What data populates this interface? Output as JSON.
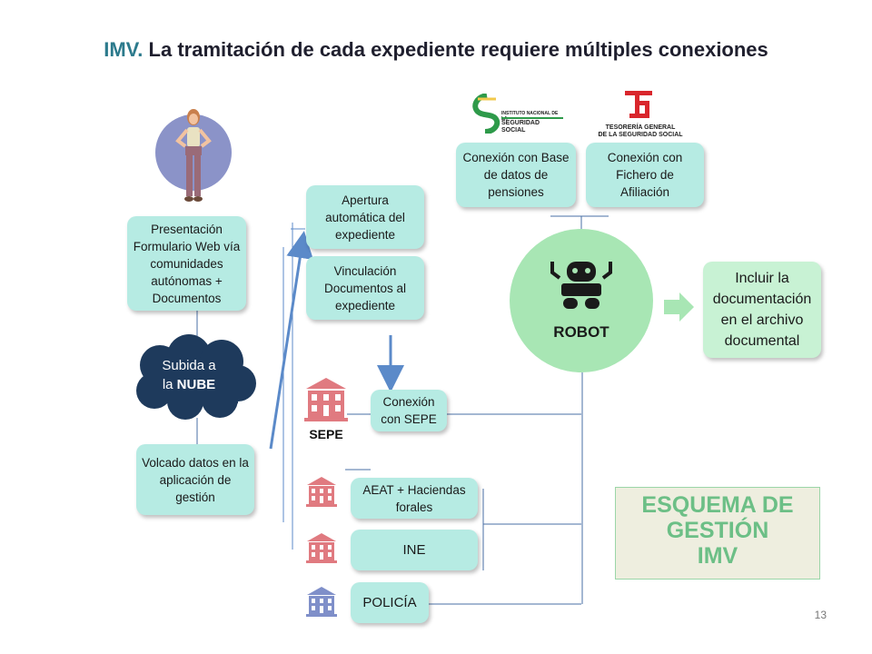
{
  "title": {
    "lead": "IMV.",
    "rest": " La tramitación de cada expediente requiere múltiples conexiones"
  },
  "nodes": {
    "presentacion": "Presentación Formulario  Web vía comunidades autónomas + Documentos",
    "nube_line1": "Subida a",
    "nube_line2_pre": "la ",
    "nube_line2_bold": "NUBE",
    "volcado": "Volcado datos en la aplicación de gestión",
    "apertura": "Apertura automática del expediente",
    "vinculacion": "Vinculación Documentos al expediente",
    "conexion_pensiones": "Conexión con Base de datos de pensiones",
    "conexion_afiliacion": "Conexión con Fichero de Afiliación",
    "robot": "ROBOT",
    "incluir": "Incluir la documentación en el archivo documental",
    "conexion_sepe": "Conexión con SEPE",
    "sepe_label": "SEPE",
    "aeat": "AEAT + Haciendas forales",
    "ine": "INE",
    "policia": "POLICÍA"
  },
  "logos": {
    "seg_social_small": "INSTITUTO NACIONAL DE LA",
    "seg_social": "SEGURIDAD SOCIAL",
    "tesoreria_line1": "TESORERÍA GENERAL",
    "tesoreria_line2": "DE LA SEGURIDAD SOCIAL"
  },
  "esquema": {
    "line1": "ESQUEMA DE",
    "line2": "GESTIÓN",
    "line3": "IMV"
  },
  "page_number": "13",
  "colors": {
    "box": "#b6ebe3",
    "robot": "#a8e6b4",
    "cloud": "#1e3a5c",
    "arrow_blue": "#5b8ac9",
    "building_red": "#e07a80",
    "building_blue": "#7f8fc9",
    "esquema_text": "#6cbf86"
  }
}
